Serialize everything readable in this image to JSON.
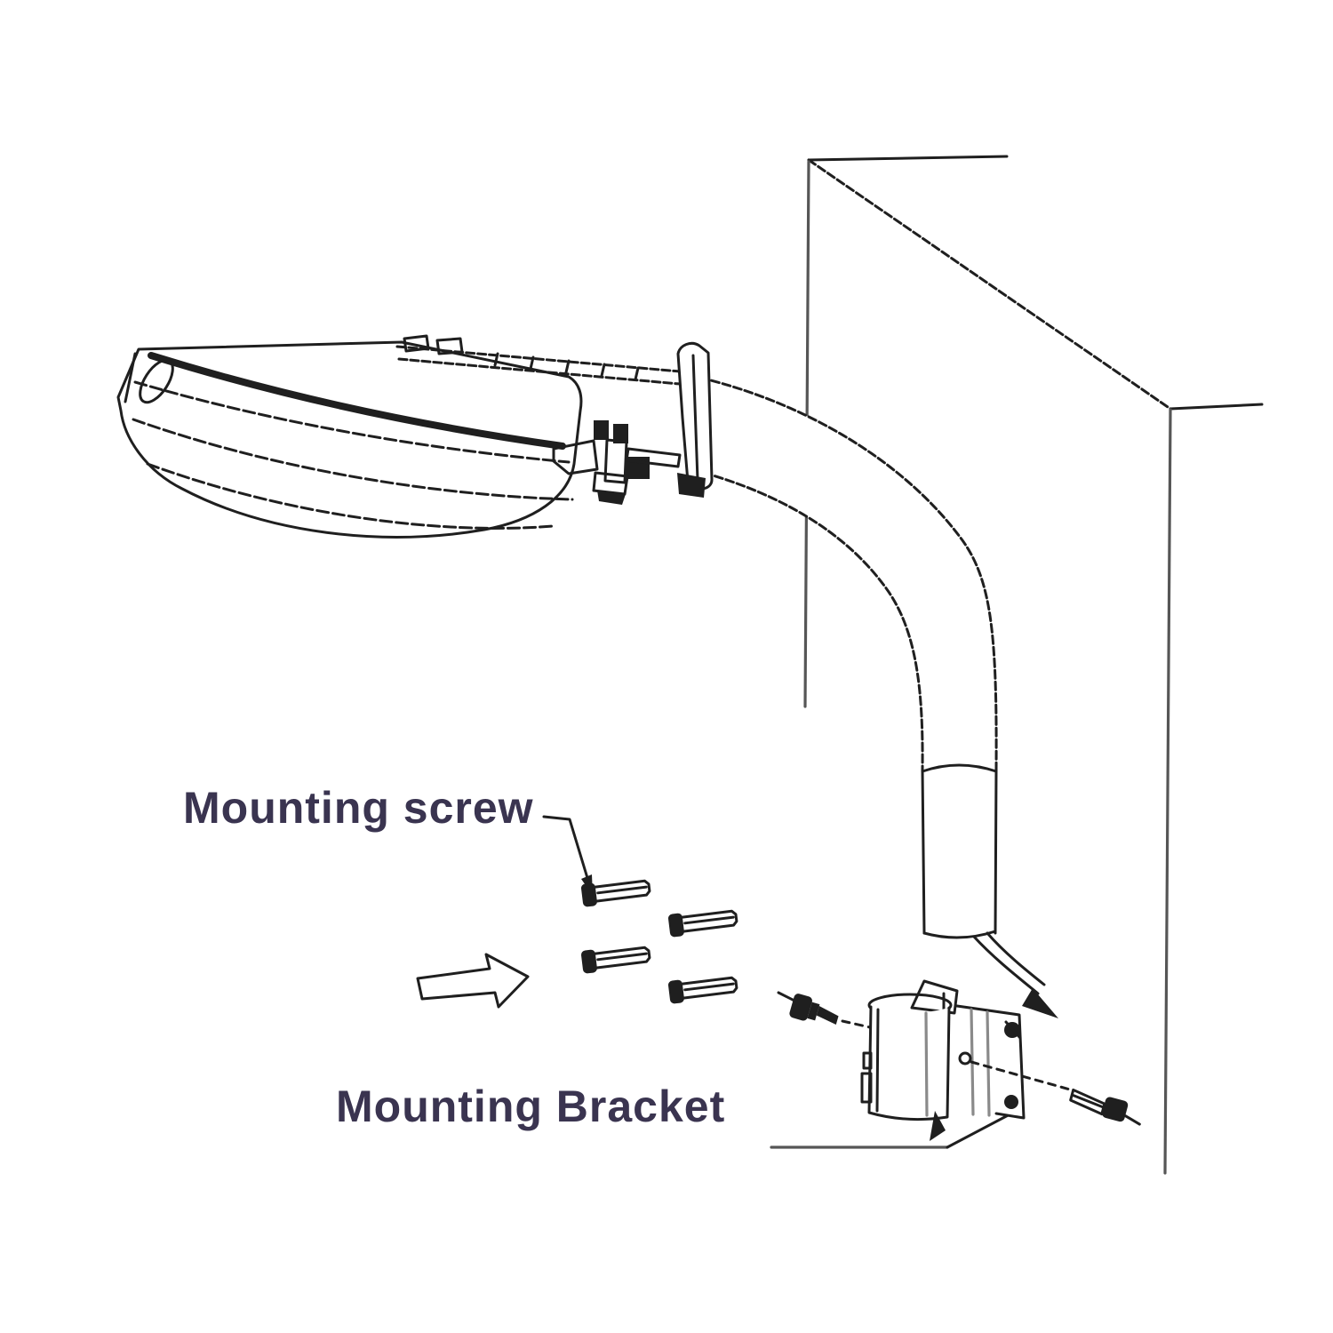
{
  "diagram": {
    "labels": {
      "mounting_screw": "Mounting screw",
      "mounting_bracket": "Mounting Bracket"
    },
    "counts": {
      "mounting_screws_shown": 4,
      "bracket_screws_shown": 2
    },
    "colors": {
      "background": "#ffffff",
      "line": "#1f1f1f",
      "wall_line": "#565656",
      "label_text": "#3a3450"
    }
  }
}
